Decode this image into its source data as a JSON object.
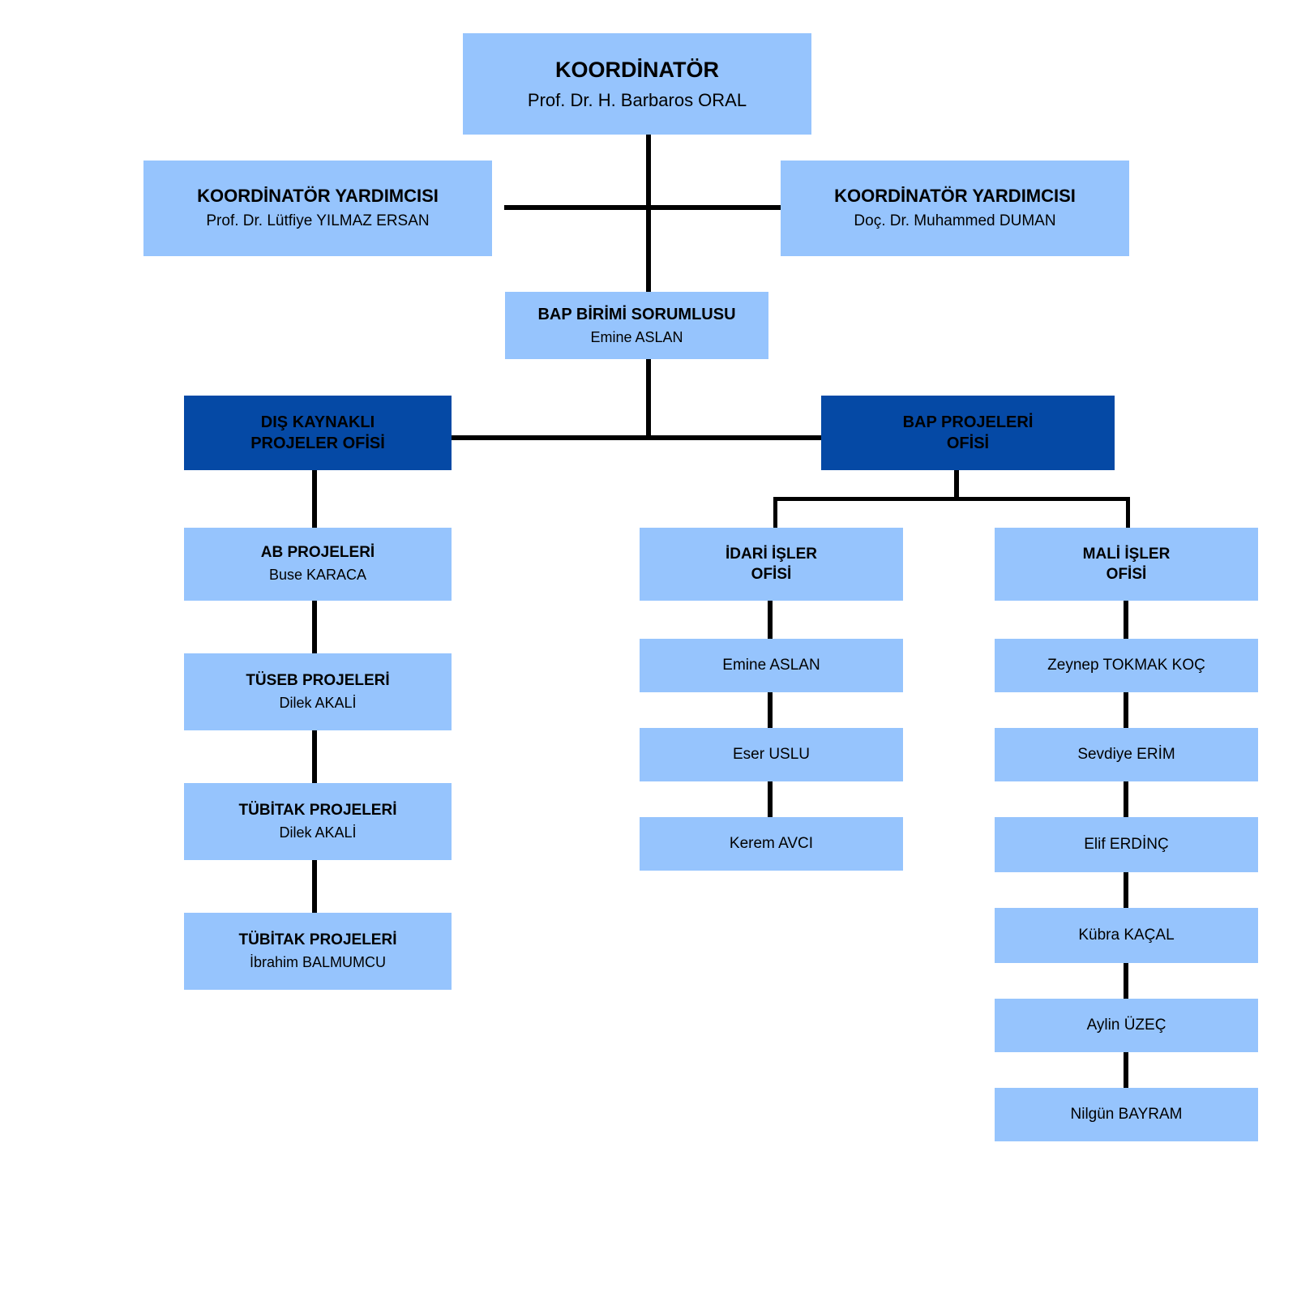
{
  "meta": {
    "doc_type": "organization-chart",
    "colors": {
      "light_box": "#96c4fd",
      "dark_box": "#0549a5",
      "connector": "#000000",
      "background": "#ffffff",
      "text": "#000000"
    }
  },
  "nodes": {
    "coordinator": {
      "title": "KOORDİNATÖR",
      "subtitle": "Prof. Dr. H. Barbaros ORAL"
    },
    "deputy_left": {
      "title": "KOORDİNATÖR YARDIMCISI",
      "subtitle": "Prof. Dr. Lütfiye YILMAZ ERSAN"
    },
    "deputy_right": {
      "title": "KOORDİNATÖR YARDIMCISI",
      "subtitle": "Doç. Dr. Muhammed DUMAN"
    },
    "bap_unit_officer": {
      "title": "BAP BİRİMİ SORUMLUSU",
      "subtitle": "Emine ASLAN"
    },
    "external_office": {
      "title": "DIŞ KAYNAKLI\nPROJELER OFİSİ",
      "subtitle": ""
    },
    "bap_office": {
      "title": "BAP PROJELERİ\nOFİSİ",
      "subtitle": ""
    },
    "eu_projects": {
      "title": "AB PROJELERİ",
      "subtitle": "Buse KARACA"
    },
    "tuseb_projects": {
      "title": "TÜSEB PROJELERİ",
      "subtitle": "Dilek AKALİ"
    },
    "tubitak_projects_1": {
      "title": "TÜBİTAK PROJELERİ",
      "subtitle": "Dilek AKALİ"
    },
    "tubitak_projects_2": {
      "title": "TÜBİTAK PROJELERİ",
      "subtitle": "İbrahim BALMUMCU"
    },
    "admin_office": {
      "title": "İDARİ İŞLER\nOFİSİ",
      "subtitle": ""
    },
    "admin_staff_1": {
      "title": "",
      "subtitle": "Emine ASLAN"
    },
    "admin_staff_2": {
      "title": "",
      "subtitle": "Eser USLU"
    },
    "admin_staff_3": {
      "title": "",
      "subtitle": "Kerem AVCI"
    },
    "finance_office": {
      "title": "MALİ İŞLER\nOFİSİ",
      "subtitle": ""
    },
    "finance_staff_1": {
      "title": "",
      "subtitle": "Zeynep TOKMAK KOÇ"
    },
    "finance_staff_2": {
      "title": "",
      "subtitle": "Sevdiye ERİM"
    },
    "finance_staff_3": {
      "title": "",
      "subtitle": "Elif ERDİNÇ"
    },
    "finance_staff_4": {
      "title": "",
      "subtitle": "Kübra KAÇAL"
    },
    "finance_staff_5": {
      "title": "",
      "subtitle": "Aylin ÜZEÇ"
    },
    "finance_staff_6": {
      "title": "",
      "subtitle": "Nilgün BAYRAM"
    }
  }
}
